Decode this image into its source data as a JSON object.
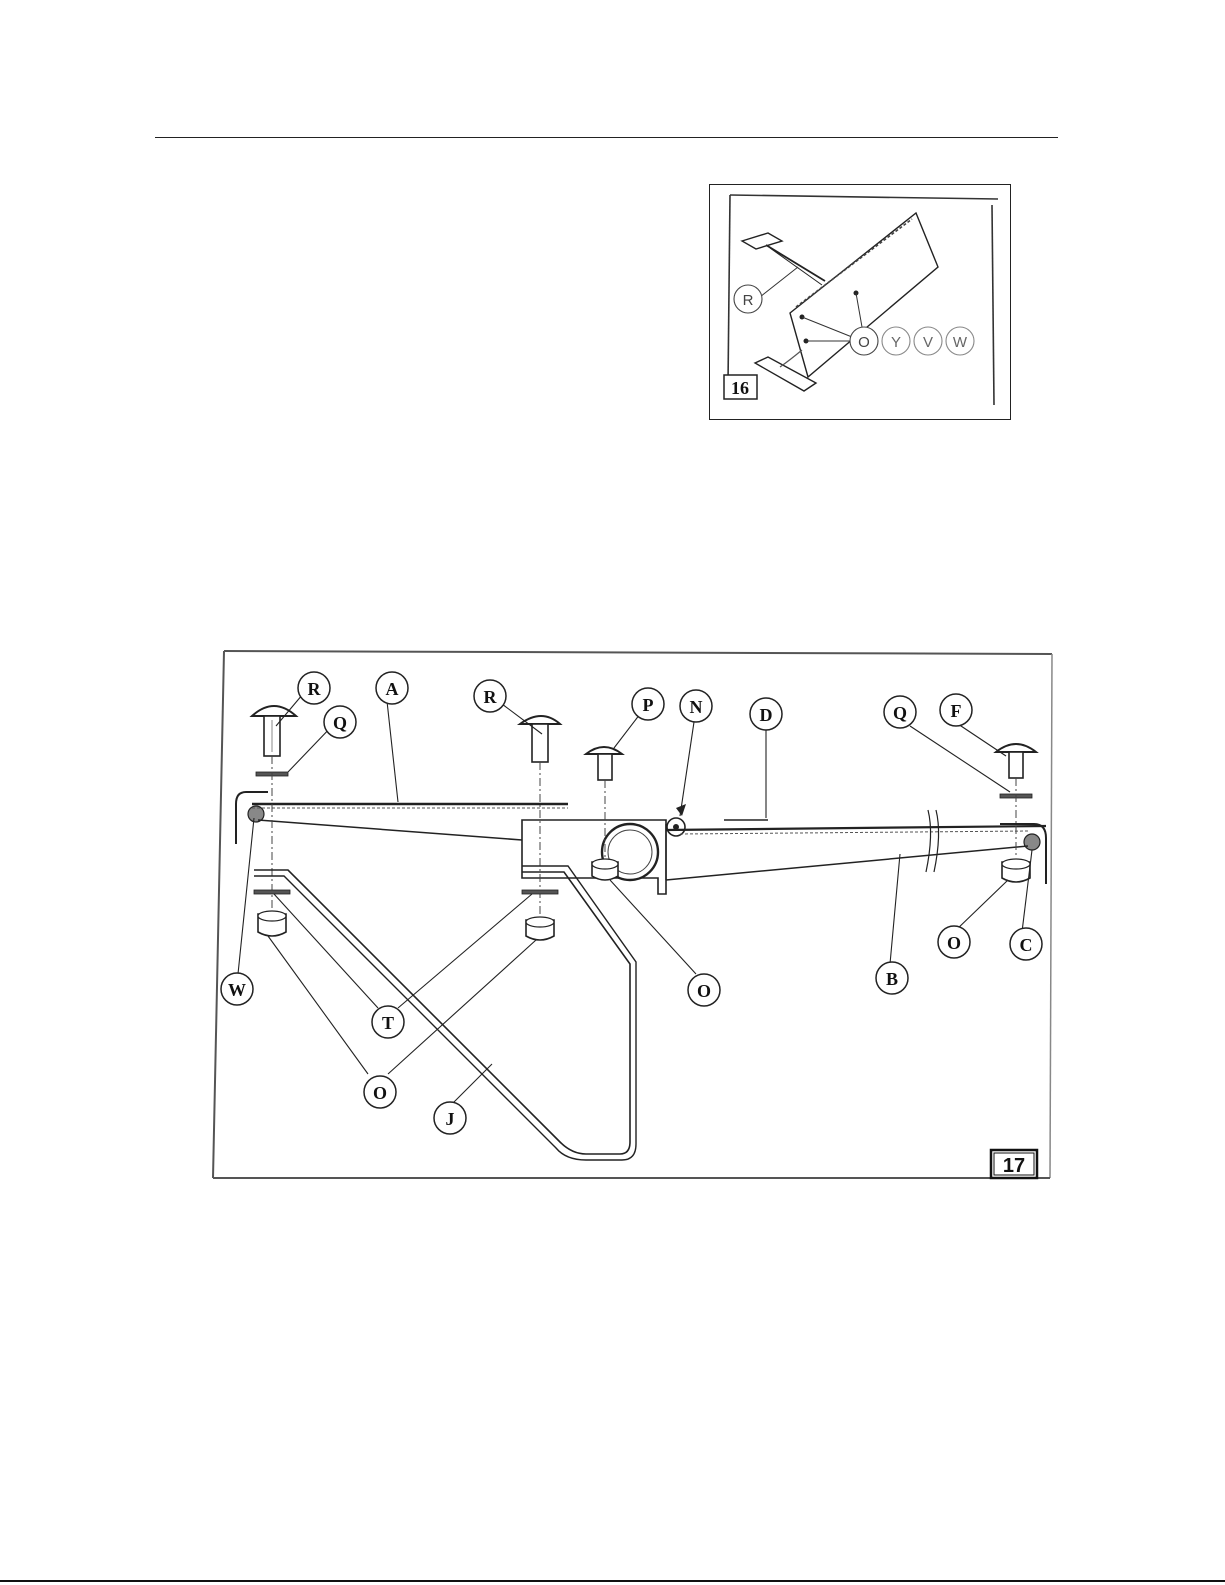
{
  "figure16": {
    "number": "16",
    "callouts": {
      "r": "R",
      "o": "O",
      "y": "Y",
      "v": "V",
      "w": "W"
    }
  },
  "figure17": {
    "number": "17",
    "callouts": {
      "r_left": "R",
      "a": "A",
      "q_left": "Q",
      "r_mid": "R",
      "p": "P",
      "n": "N",
      "d": "D",
      "q_right": "Q",
      "f": "F",
      "w": "W",
      "t": "T",
      "o_bottom": "O",
      "j": "J",
      "o_center": "O",
      "b": "B",
      "o_right": "O",
      "c": "C"
    }
  }
}
